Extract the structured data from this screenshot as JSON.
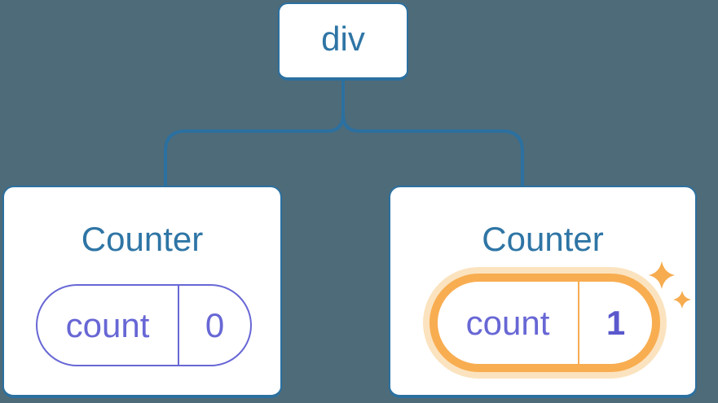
{
  "diagram": {
    "root": {
      "label": "div"
    },
    "children": [
      {
        "title": "Counter",
        "state_key": "count",
        "state_value": "0",
        "highlighted": false
      },
      {
        "title": "Counter",
        "state_key": "count",
        "state_value": "1",
        "highlighted": true
      }
    ]
  },
  "colors": {
    "background": "#4e6b79",
    "connector_blue": "#2b70a0",
    "text_blue": "#2e75a5",
    "state_purple": "#6867d5",
    "highlight_orange": "#f8ad51",
    "highlight_glow": "#fbe3bf",
    "card_white": "#ffffff"
  },
  "icons": {
    "sparkles": "sparkles-icon"
  }
}
